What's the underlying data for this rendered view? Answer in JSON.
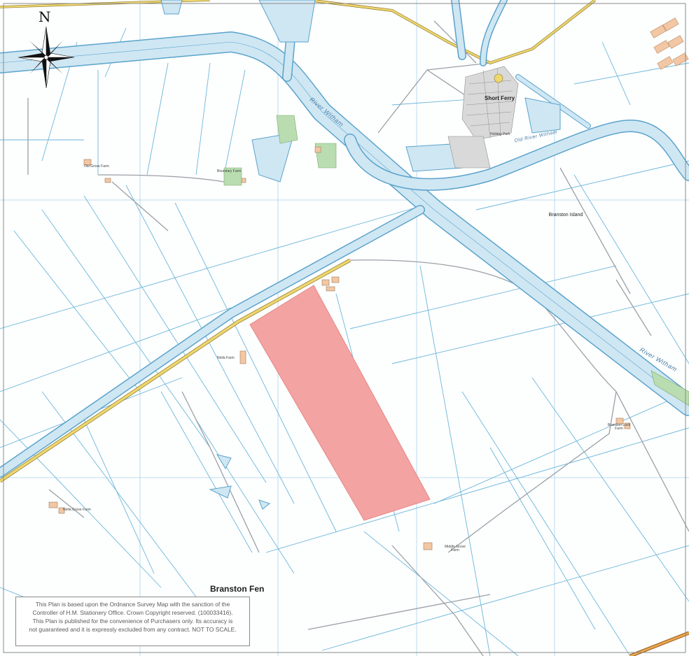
{
  "map": {
    "north_label": "N",
    "labels": {
      "short_ferry": "Short Ferry",
      "branston_island": "Branston Island",
      "branston_fen": "Branston Fen",
      "river_witham_upper": "River Witham",
      "river_witham_lower": "River Witham",
      "old_river_witham": "Old River Witham"
    },
    "small_labels": {
      "s1": "Holiday Park",
      "s2": "Branston Lock Farm",
      "s3": "Middle Grove Farm",
      "s4": "Ninfa Farm",
      "s5": "Boundary Farm",
      "s6": "Ninfa Grove Farm",
      "s7": "Old Grove Farm"
    },
    "colors": {
      "water": "#cfe7f3",
      "water_edge": "#5aa3cc",
      "drain": "#6cb7da",
      "road_yellow": "#efd66e",
      "site_highlight": "#f4a3a3",
      "grid": "#a9d3ea",
      "woodland": "#b9ddb0"
    }
  },
  "disclaimer": {
    "line1": "This Plan is based upon the Ordnance Survey Map with the sanction of the",
    "line2": "Controller of H.M. Stationery Office. Crown Copyright reserved. (100033416).",
    "line3": "This Plan is published for the convenience of Purchasers only. Its accuracy is",
    "line4": "not guaranteed and it is expressly excluded from any contract. NOT TO SCALE."
  }
}
